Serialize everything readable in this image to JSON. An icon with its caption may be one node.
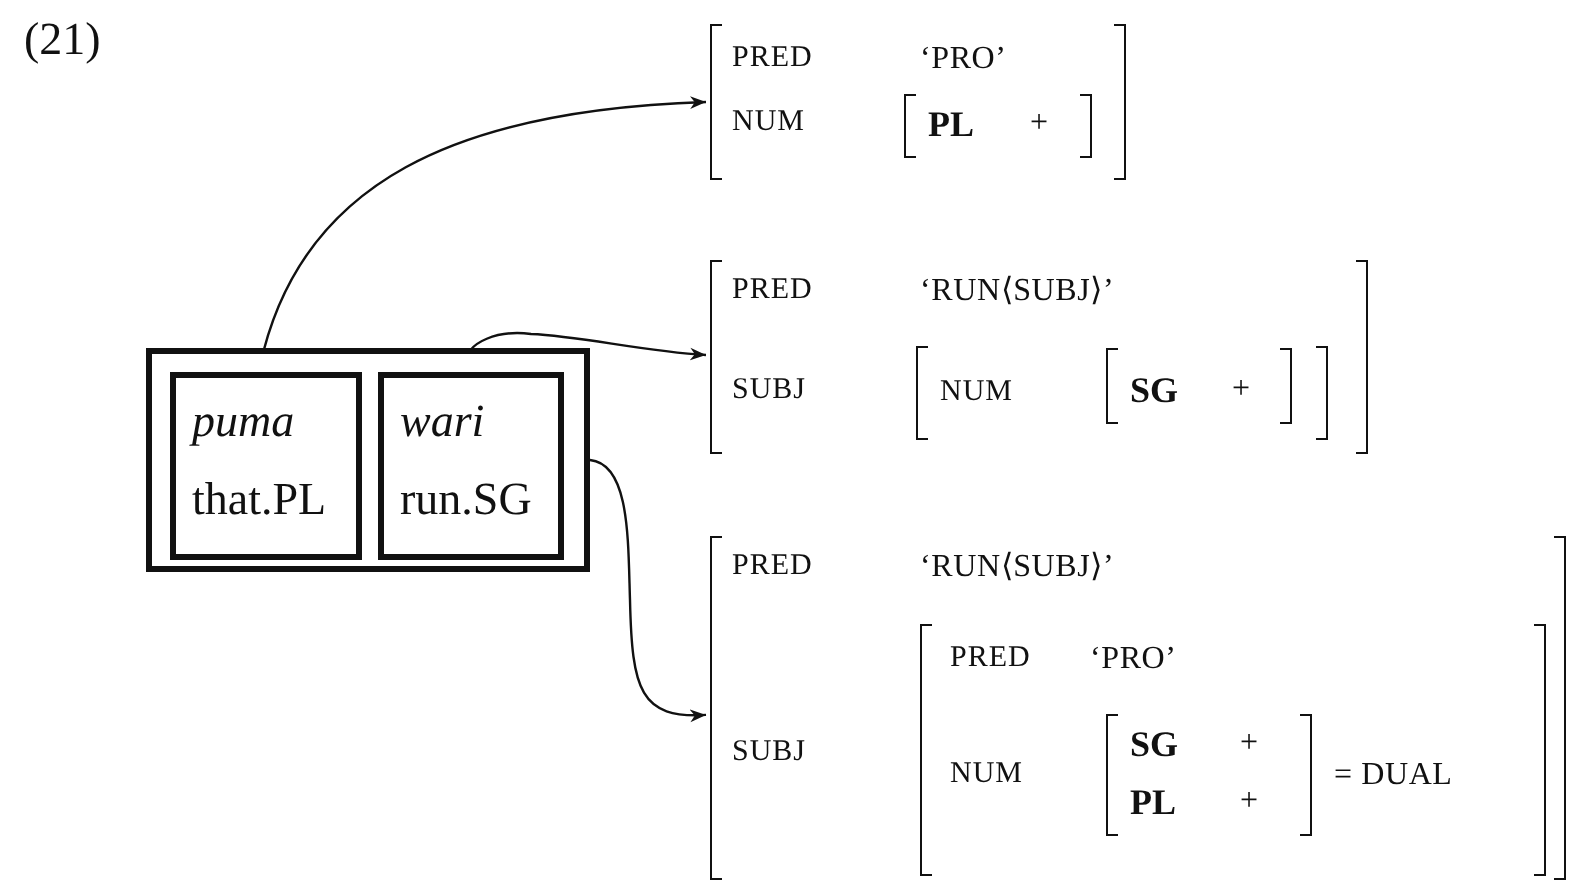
{
  "diagram": {
    "nodes": [
      {
        "text": [],
        "shape": "box"
      },
      {
        "text": [
          "puma",
          "that.PL"
        ],
        "in": 0
      },
      {
        "text": [
          "wari",
          "run.SG"
        ],
        "in": 0
      },
      {
        "text": [
          "PRED",
          "‘PRO’",
          "NUM"
        ]
      },
      {
        "text": [
          "PL",
          "+"
        ],
        "in": 3
      },
      {
        "text": [
          "PRED",
          "‘RUN⟨SUBJ⟩’",
          "SUBJ"
        ]
      },
      {
        "text": [
          "NUM"
        ],
        "in": 5
      },
      {
        "text": [
          "SG",
          "+"
        ],
        "in": 6
      },
      {
        "text": [
          "PRED",
          "‘RUN⟨SUBJ⟩’",
          "SUBJ"
        ]
      },
      {
        "text": [
          "PRED",
          "‘PRO’",
          "NUM",
          "= DUAL"
        ],
        "in": 8
      },
      {
        "text": [
          "SG",
          "+",
          "PL",
          "+"
        ],
        "in": 9
      }
    ],
    "edges": [
      {
        "from": 1,
        "to": 3,
        "arrow": "to"
      },
      {
        "from": 2,
        "to": 5,
        "arrow": "to"
      },
      {
        "from": 0,
        "to": 8,
        "arrow": "to"
      }
    ],
    "labels": [
      "(21)"
    ]
  }
}
